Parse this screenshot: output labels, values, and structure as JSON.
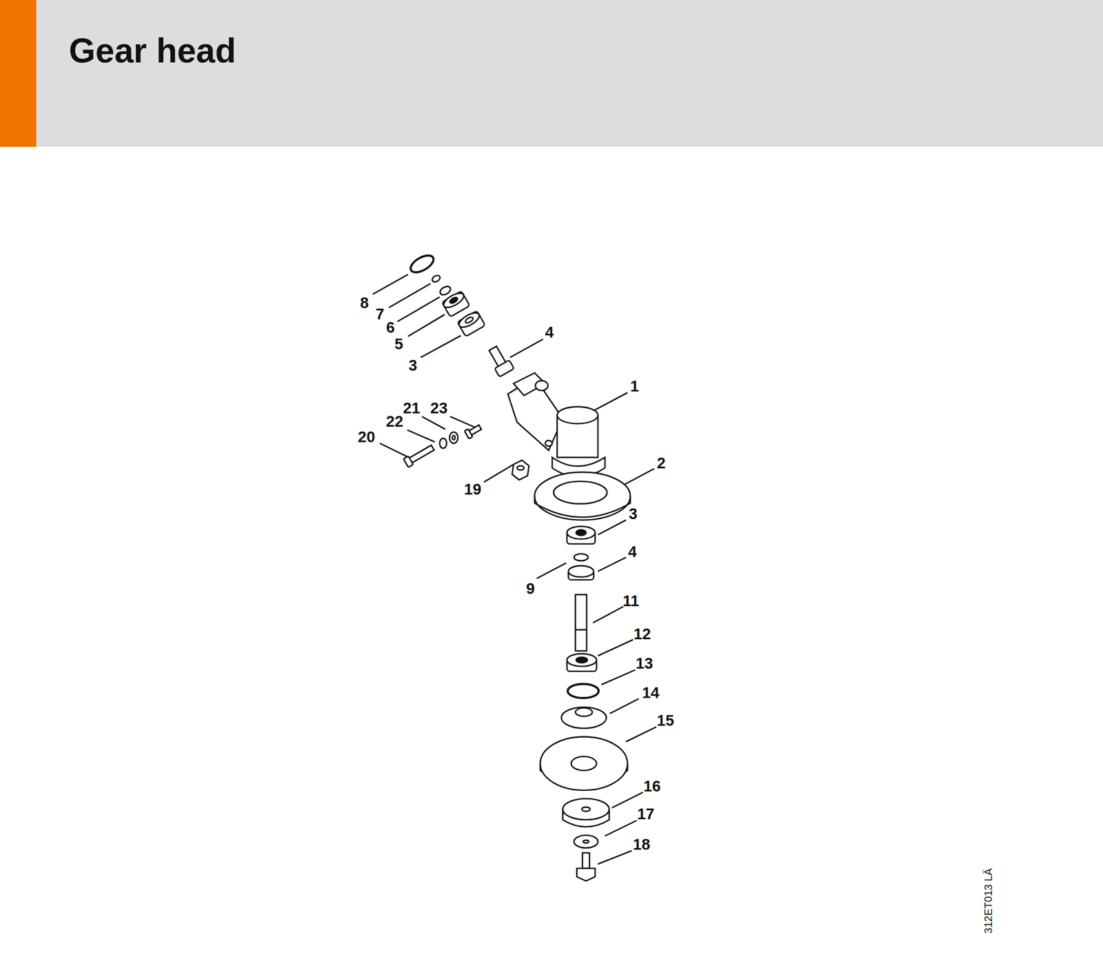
{
  "diagram": {
    "title": "Gear head",
    "labels": [
      "8",
      "7",
      "6",
      "5",
      "3",
      "4",
      "1",
      "21",
      "23",
      "22",
      "20",
      "19",
      "2",
      "3",
      "4",
      "9",
      "11",
      "12",
      "13",
      "14",
      "15",
      "16",
      "17",
      "18",
      "312ET013 LÄ"
    ]
  }
}
